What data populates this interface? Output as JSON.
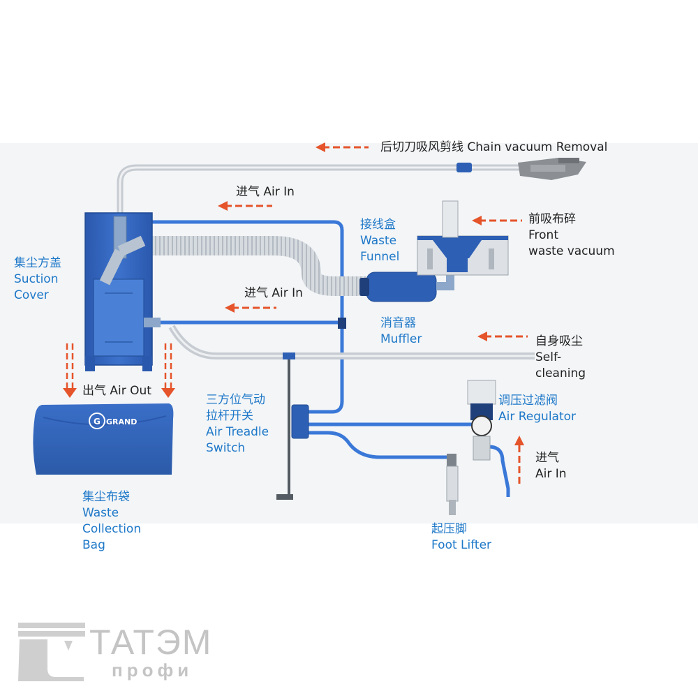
{
  "colors": {
    "label_blue": "#1e78c8",
    "label_dark": "#222222",
    "arrow_orange": "#e5542a",
    "equipment_blue": "#2d5fb4",
    "air_line_blue": "#3a78d8",
    "watermark_gray": "#c4c4c4"
  },
  "labels": {
    "chain_vacuum": "后切刀吸风剪线 Chain vacuum Removal",
    "air_in_top": "进气 Air In",
    "air_in_mid": "进气 Air In",
    "waste_funnel": {
      "zh": "接线盒",
      "en1": "Waste",
      "en2": "Funnel"
    },
    "front_waste": {
      "zh": "前吸布碎",
      "en1": "Front",
      "en2": "waste vacuum"
    },
    "suction_cover": {
      "zh": "集尘方盖",
      "en1": "Suction",
      "en2": "Cover"
    },
    "muffler": {
      "zh": "消音器",
      "en1": "Muffler"
    },
    "self_cleaning": {
      "zh": "自身吸尘",
      "en1": "Self-",
      "en2": "cleaning"
    },
    "air_out": "出气 Air Out",
    "treadle_switch": {
      "zh1": "三方位气动",
      "zh2": "拉杆开关",
      "en1": "Air Treadle",
      "en2": "Switch"
    },
    "air_regulator": {
      "zh": "调压过滤阀",
      "en1": "Air Regulator"
    },
    "air_in_right": {
      "zh": "进气",
      "en1": "Air In"
    },
    "waste_bag": {
      "zh": "集尘布袋",
      "en1": "Waste",
      "en2": "Collection",
      "en3": "Bag"
    },
    "foot_lifter": {
      "zh": "起压脚",
      "en1": "Foot Lifter"
    }
  },
  "bag_brand": "GRAND",
  "watermark": {
    "main": "ТАТЭМ",
    "sub": "профи"
  },
  "icons": [
    "arrow-left-icon",
    "arrow-down-icon",
    "arrow-up-icon",
    "logo-icon"
  ]
}
